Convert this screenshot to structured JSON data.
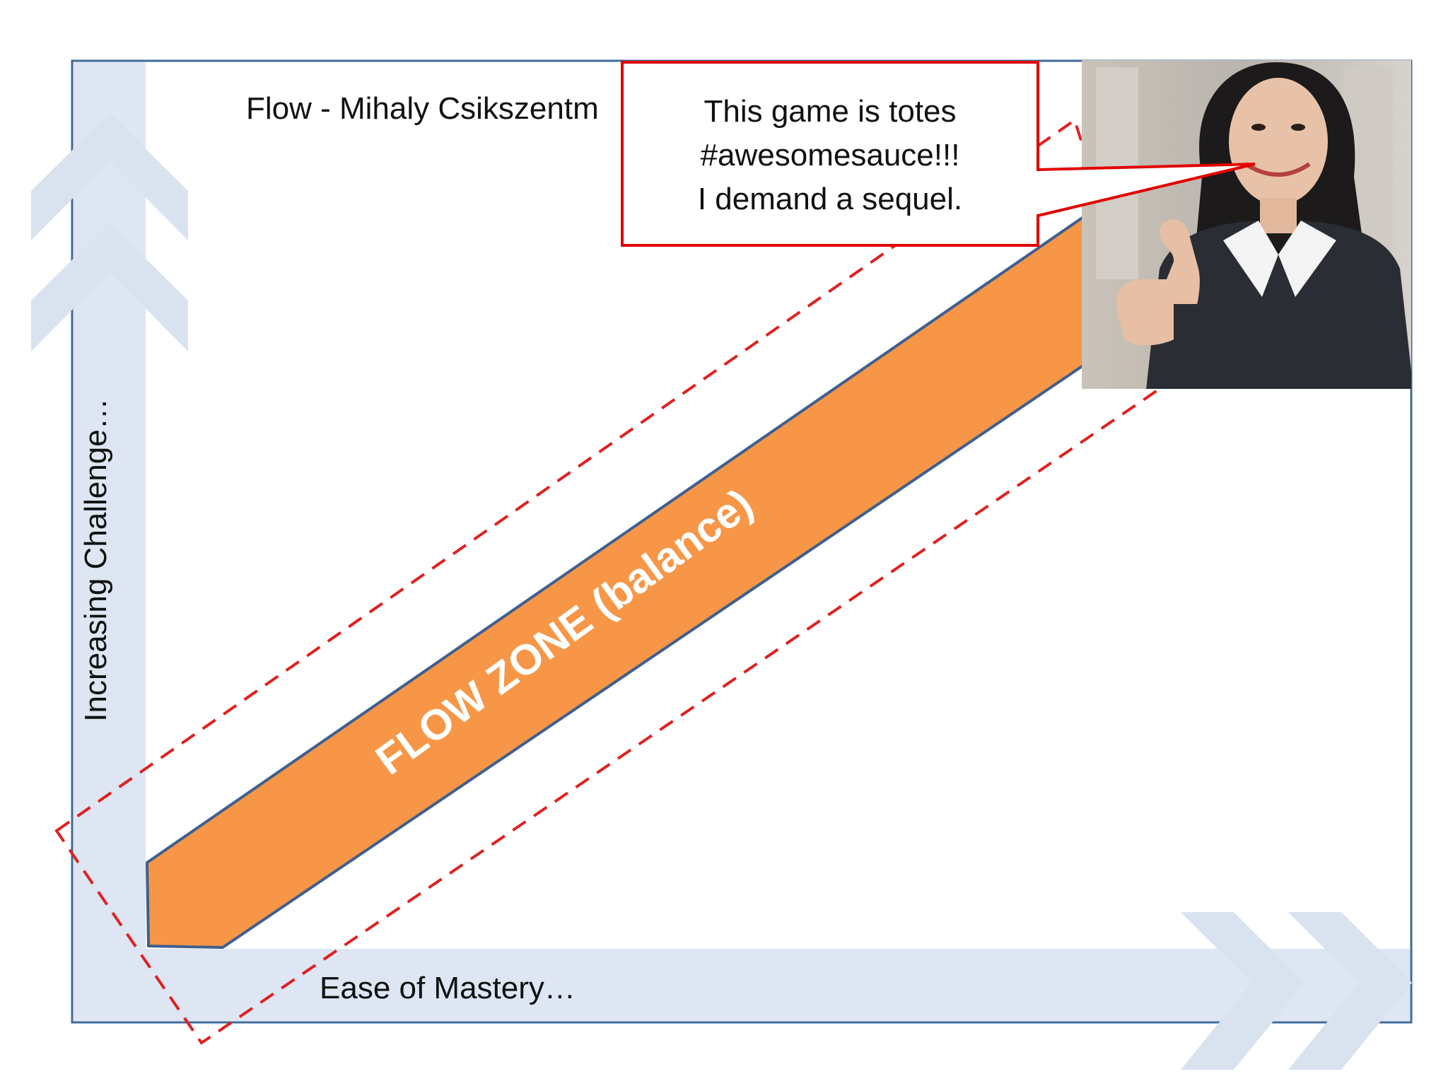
{
  "diagram": {
    "title": "Flow - Mihaly Csikszentm",
    "y_axis_label": "Increasing Challenge…",
    "x_axis_label": "Ease of Mastery…",
    "zone_label": "FLOW ZONE (balance)",
    "callout_lines": [
      "This game is totes",
      "#awesomesauce!!!",
      "I demand a sequel."
    ],
    "photo": "woman-thumbs-up-photo"
  },
  "colors": {
    "frame": "#3f6a99",
    "axis_band": "#dde6f2",
    "arrow": "#d9e2ef",
    "zone_fill": "#f79646",
    "zone_edge": "#3f5f8f",
    "dashed": "#e02020",
    "callout_border": "#e00000",
    "zone_text": "#ffffff"
  }
}
